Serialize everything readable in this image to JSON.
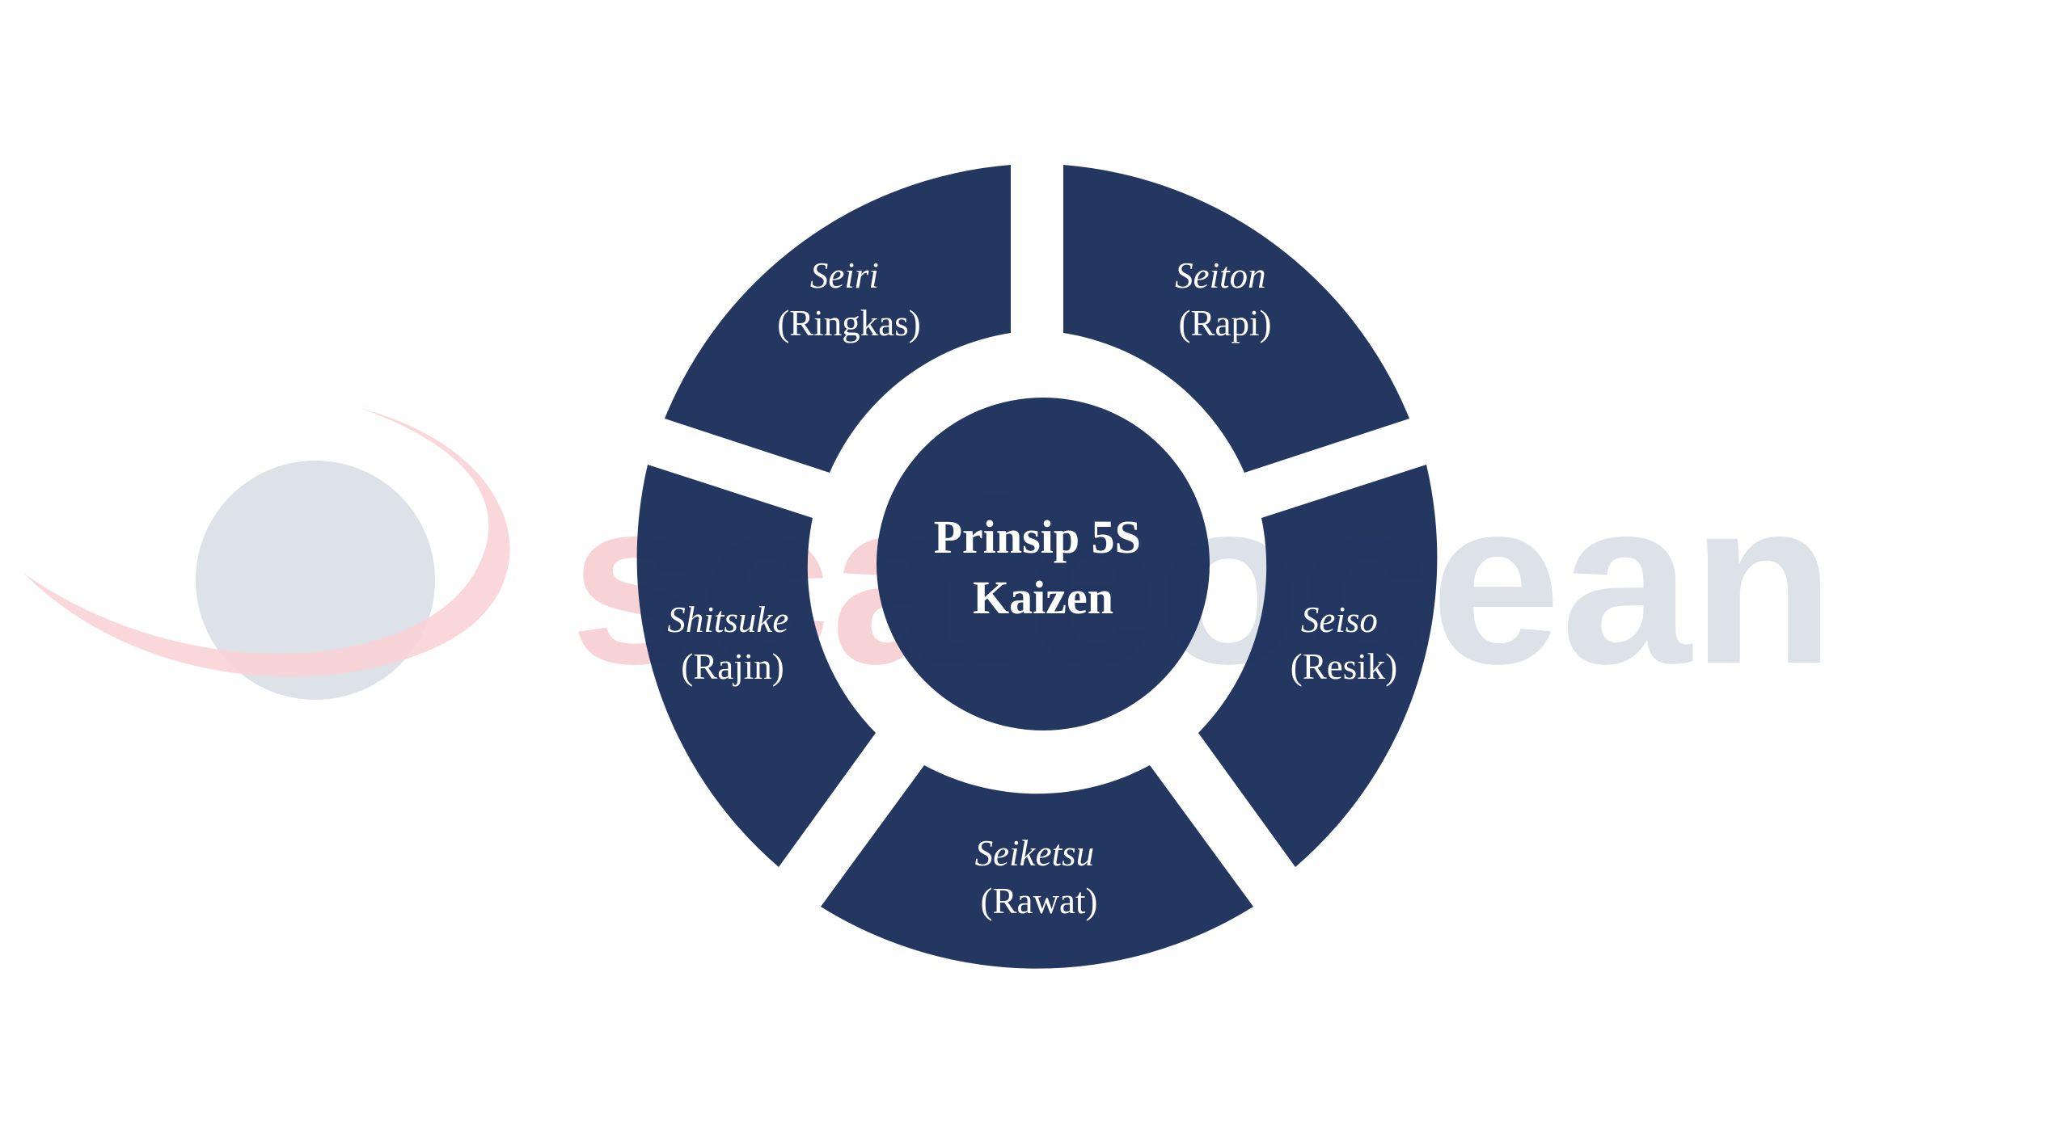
{
  "diagram": {
    "center": {
      "line1": "Prinsip 5S",
      "line2": "Kaizen"
    },
    "segments": [
      {
        "term": "Seiri",
        "meaning": "(Ringkas)"
      },
      {
        "term": "Seiton",
        "meaning": "(Rapi)"
      },
      {
        "term": "Seiso",
        "meaning": "(Resik)"
      },
      {
        "term": "Seiketsu",
        "meaning": "(Rawat)"
      },
      {
        "term": "Shitsuke",
        "meaning": "(Rajin)"
      }
    ]
  },
  "watermark": {
    "part1": "scale",
    "part2": "ocean"
  },
  "colors": {
    "segment_fill": "#1c315c",
    "watermark_red": "#f8d3d6",
    "watermark_gray": "#dde2e9",
    "text": "#ffffff"
  }
}
